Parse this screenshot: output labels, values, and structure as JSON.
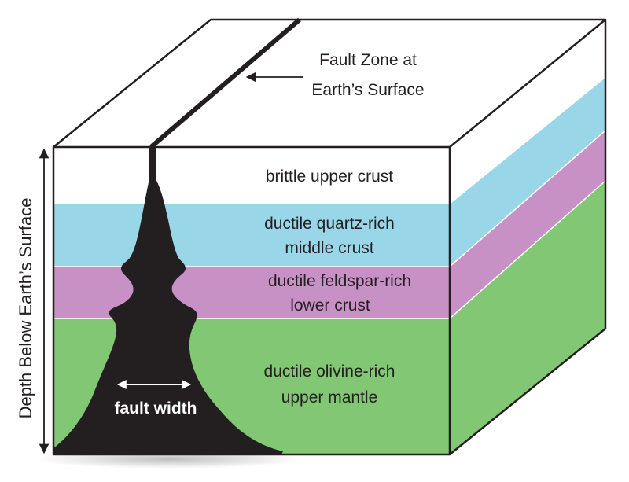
{
  "colors": {
    "upper_crust": "#ffffff",
    "middle_crust": "#99d6e8",
    "lower_crust": "#c891c6",
    "upper_mantle": "#81c774",
    "fault": "#231f20",
    "outline": "#231f20"
  },
  "labels": {
    "surface_line1": "Fault Zone at",
    "surface_line2": "Earth’s Surface",
    "depth_axis": "Depth Below Earth’s Surface",
    "fault_width": "fault width"
  },
  "layers": [
    {
      "line1": "brittle upper crust",
      "line2": ""
    },
    {
      "line1": "ductile quartz-rich",
      "line2": "middle crust"
    },
    {
      "line1": "ductile feldspar-rich",
      "line2": "lower crust"
    },
    {
      "line1": "ductile olivine-rich",
      "line2": "upper mantle"
    }
  ]
}
